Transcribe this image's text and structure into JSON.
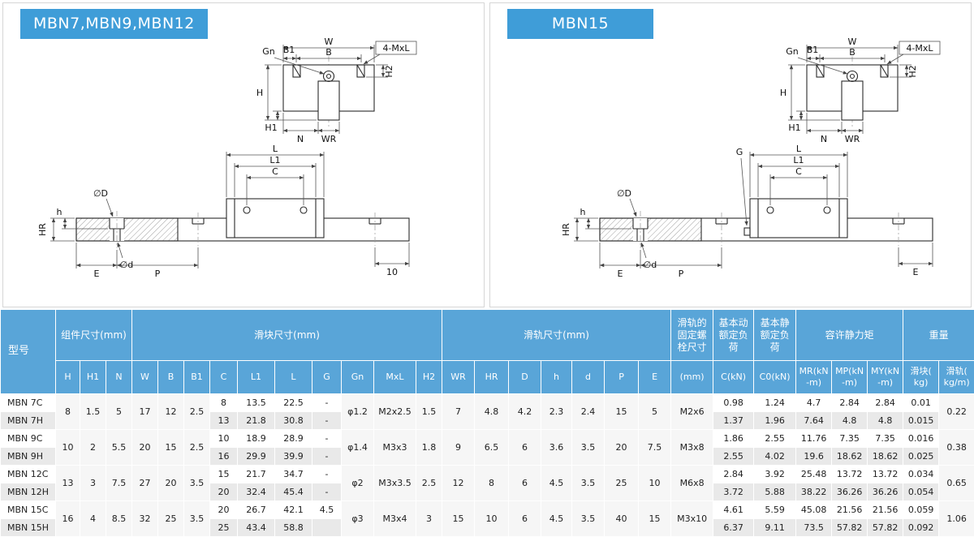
{
  "panels": {
    "left": {
      "title": "MBN7,MBN9,MBN12"
    },
    "right": {
      "title": "MBN15"
    }
  },
  "diagram_labels": {
    "w": "W",
    "b": "B",
    "b1": "B1",
    "gn": "Gn",
    "mxl": "4-MxL",
    "h": "H",
    "h1": "H1",
    "h2": "H2",
    "n": "N",
    "wr": "WR",
    "l": "L",
    "l1": "L1",
    "c": "C",
    "dD": "∅D",
    "dd": "∅d",
    "hr": "HR",
    "h_small": "h",
    "e": "E",
    "p": "P",
    "end_left": "10",
    "g": "G",
    "e_right": "E"
  },
  "table": {
    "groups": {
      "model": "型号",
      "assembly": "组件尺寸(mm)",
      "block": "滑块尺寸(mm)",
      "rail": "滑轨尺寸(mm)",
      "bolt": "滑轨的\n固定螺\n栓尺寸",
      "dynamic": "基本动\n额定负\n荷",
      "static": "基本静\n额定负\n荷",
      "moment": "容许静力矩",
      "weight": "重量"
    },
    "columns": [
      "H",
      "H1",
      "N",
      "W",
      "B",
      "B1",
      "C",
      "L1",
      "L",
      "G",
      "Gn",
      "MxL",
      "H2",
      "WR",
      "HR",
      "D",
      "h",
      "d",
      "P",
      "E",
      "(mm)",
      "C(kN)",
      "C0(kN)",
      "MR(kN\n-m)",
      "MP(kN\n-m)",
      "MY(kN\n-m)",
      "滑块(\nkg)",
      "滑轨(\nkg/m)"
    ],
    "rows": [
      {
        "m": "MBN 7C",
        "c": [
          [
            "8",
            2
          ],
          [
            "1.5",
            2
          ],
          [
            "5",
            2
          ],
          [
            "17",
            2
          ],
          [
            "12",
            2
          ],
          [
            "2.5",
            2
          ],
          [
            "8"
          ],
          [
            "13.5"
          ],
          [
            "22.5"
          ],
          [
            "-"
          ],
          [
            "φ1.2",
            2
          ],
          [
            "M2x2.5",
            2
          ],
          [
            "1.5",
            2
          ],
          [
            "7",
            2
          ],
          [
            "4.8",
            2
          ],
          [
            "4.2",
            2
          ],
          [
            "2.3",
            2
          ],
          [
            "2.4",
            2
          ],
          [
            "15",
            2
          ],
          [
            "5",
            2
          ],
          [
            "M2x6",
            2
          ],
          [
            "0.98"
          ],
          [
            "1.24"
          ],
          [
            "4.7"
          ],
          [
            "2.84"
          ],
          [
            "2.84"
          ],
          [
            "0.01"
          ],
          [
            "0.22",
            2
          ]
        ]
      },
      {
        "m": "MBN 7H",
        "c": [
          [
            "13"
          ],
          [
            "21.8"
          ],
          [
            "30.8"
          ],
          [
            "-"
          ],
          [
            "1.37"
          ],
          [
            "1.96"
          ],
          [
            "7.64"
          ],
          [
            "4.8"
          ],
          [
            "4.8"
          ],
          [
            "0.015"
          ]
        ]
      },
      {
        "m": "MBN 9C",
        "c": [
          [
            "10",
            2
          ],
          [
            "2",
            2
          ],
          [
            "5.5",
            2
          ],
          [
            "20",
            2
          ],
          [
            "15",
            2
          ],
          [
            "2.5",
            2
          ],
          [
            "10"
          ],
          [
            "18.9"
          ],
          [
            "28.9"
          ],
          [
            "-"
          ],
          [
            "φ1.4",
            2
          ],
          [
            "M3x3",
            2
          ],
          [
            "1.8",
            2
          ],
          [
            "9",
            2
          ],
          [
            "6.5",
            2
          ],
          [
            "6",
            2
          ],
          [
            "3.6",
            2
          ],
          [
            "3.5",
            2
          ],
          [
            "20",
            2
          ],
          [
            "7.5",
            2
          ],
          [
            "M3x8",
            2
          ],
          [
            "1.86"
          ],
          [
            "2.55"
          ],
          [
            "11.76"
          ],
          [
            "7.35"
          ],
          [
            "7.35"
          ],
          [
            "0.016"
          ],
          [
            "0.38",
            2
          ]
        ]
      },
      {
        "m": "MBN 9H",
        "c": [
          [
            "16"
          ],
          [
            "29.9"
          ],
          [
            "39.9"
          ],
          [
            "-"
          ],
          [
            "2.55"
          ],
          [
            "4.02"
          ],
          [
            "19.6"
          ],
          [
            "18.62"
          ],
          [
            "18.62"
          ],
          [
            "0.025"
          ]
        ]
      },
      {
        "m": "MBN 12C",
        "c": [
          [
            "13",
            2
          ],
          [
            "3",
            2
          ],
          [
            "7.5",
            2
          ],
          [
            "27",
            2
          ],
          [
            "20",
            2
          ],
          [
            "3.5",
            2
          ],
          [
            "15"
          ],
          [
            "21.7"
          ],
          [
            "34.7"
          ],
          [
            "-"
          ],
          [
            "φ2",
            2
          ],
          [
            "M3x3.5",
            2
          ],
          [
            "2.5",
            2
          ],
          [
            "12",
            2
          ],
          [
            "8",
            2
          ],
          [
            "6",
            2
          ],
          [
            "4.5",
            2
          ],
          [
            "3.5",
            2
          ],
          [
            "25",
            2
          ],
          [
            "10",
            2
          ],
          [
            "M6x8",
            2
          ],
          [
            "2.84"
          ],
          [
            "3.92"
          ],
          [
            "25.48"
          ],
          [
            "13.72"
          ],
          [
            "13.72"
          ],
          [
            "0.034"
          ],
          [
            "0.65",
            2
          ]
        ]
      },
      {
        "m": "MBN 12H",
        "c": [
          [
            "20"
          ],
          [
            "32.4"
          ],
          [
            "45.4"
          ],
          [
            "-"
          ],
          [
            "3.72"
          ],
          [
            "5.88"
          ],
          [
            "38.22"
          ],
          [
            "36.26"
          ],
          [
            "36.26"
          ],
          [
            "0.054"
          ]
        ]
      },
      {
        "m": "MBN 15C",
        "c": [
          [
            "16",
            2
          ],
          [
            "4",
            2
          ],
          [
            "8.5",
            2
          ],
          [
            "32",
            2
          ],
          [
            "25",
            2
          ],
          [
            "3.5",
            2
          ],
          [
            "20"
          ],
          [
            "26.7"
          ],
          [
            "42.1"
          ],
          [
            "4.5"
          ],
          [
            "φ3",
            2
          ],
          [
            "M3x4",
            2
          ],
          [
            "3",
            2
          ],
          [
            "15",
            2
          ],
          [
            "10",
            2
          ],
          [
            "6",
            2
          ],
          [
            "4.5",
            2
          ],
          [
            "3.5",
            2
          ],
          [
            "40",
            2
          ],
          [
            "15",
            2
          ],
          [
            "M3x10",
            2
          ],
          [
            "4.61"
          ],
          [
            "5.59"
          ],
          [
            "45.08"
          ],
          [
            "21.56"
          ],
          [
            "21.56"
          ],
          [
            "0.059"
          ],
          [
            "1.06",
            2
          ]
        ]
      },
      {
        "m": "MBN 15H",
        "c": [
          [
            "25"
          ],
          [
            "43.4"
          ],
          [
            "58.8"
          ],
          [
            ""
          ],
          [
            "6.37"
          ],
          [
            "9.11"
          ],
          [
            "73.5"
          ],
          [
            "57.82"
          ],
          [
            "57.82"
          ],
          [
            "0.092"
          ]
        ]
      }
    ]
  }
}
